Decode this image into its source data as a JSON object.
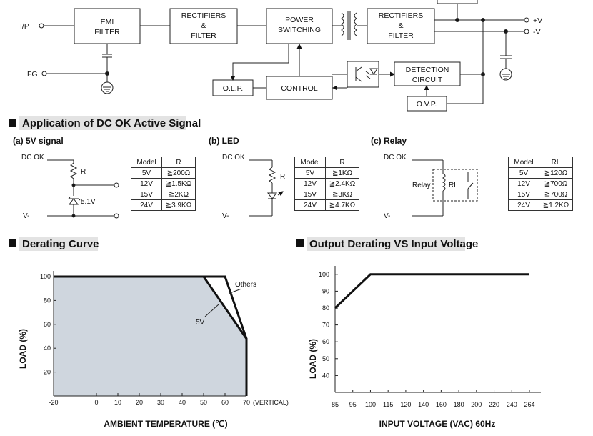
{
  "block_diagram": {
    "input_label": "I/P",
    "fg_label": "FG",
    "emi_filter": "EMI FILTER",
    "rect1_line1": "RECTIFIERS",
    "rect1_line2": "&",
    "rect1_line3": "FILTER",
    "power_line1": "POWER",
    "power_line2": "SWITCHING",
    "rect2_line1": "RECTIFIERS",
    "rect2_line2": "&",
    "rect2_line3": "FILTER",
    "out_pos": "+V",
    "out_neg": "-V",
    "olp": "O.L.P.",
    "control": "CONTROL",
    "detection_line1": "DETECTION",
    "detection_line2": "CIRCUIT",
    "ovp": "O.V.P."
  },
  "dcok": {
    "section_title": "Application of DC OK Active Signal",
    "signal": {
      "title": "(a) 5V signal",
      "dcok_label": "DC OK",
      "r_label": "R",
      "zener_label": "5.1V",
      "vneg_label": "V-",
      "table_headers": [
        "Model",
        "R"
      ],
      "rows": [
        [
          "5V",
          "≧200Ω"
        ],
        [
          "12V",
          "≧1.5KΩ"
        ],
        [
          "15V",
          "≧2KΩ"
        ],
        [
          "24V",
          "≧3.9KΩ"
        ]
      ]
    },
    "led": {
      "title": "(b) LED",
      "dcok_label": "DC OK",
      "r_label": "R",
      "vneg_label": "V-",
      "table_headers": [
        "Model",
        "R"
      ],
      "rows": [
        [
          "5V",
          "≧1KΩ"
        ],
        [
          "12V",
          "≧2.4KΩ"
        ],
        [
          "15V",
          "≧3KΩ"
        ],
        [
          "24V",
          "≧4.7KΩ"
        ]
      ]
    },
    "relay": {
      "title": "(c) Relay",
      "dcok_label": "DC OK",
      "relay_label": "Relay",
      "rl_label": "RL",
      "vneg_label": "V-",
      "table_headers": [
        "Model",
        "RL"
      ],
      "rows": [
        [
          "5V",
          "≧120Ω"
        ],
        [
          "12V",
          "≧700Ω"
        ],
        [
          "15V",
          "≧700Ω"
        ],
        [
          "24V",
          "≧1.2KΩ"
        ]
      ]
    }
  },
  "derating": {
    "section_title": "Derating Curve",
    "xlabel": "AMBIENT TEMPERATURE (℃)",
    "ylabel": "LOAD (%)",
    "x_ticks": [
      "-20",
      "0",
      "10",
      "20",
      "30",
      "40",
      "50",
      "60",
      "70"
    ],
    "x_suffix": "(VERTICAL)",
    "y_ticks": [
      "20",
      "40",
      "60",
      "80",
      "100"
    ],
    "others_label": "Others",
    "five_v_label": "5V",
    "others_curve": [
      [
        -20,
        100
      ],
      [
        60,
        100
      ],
      [
        70,
        48
      ],
      [
        70,
        0
      ]
    ],
    "five_v_curve": [
      [
        -20,
        100
      ],
      [
        50,
        100
      ],
      [
        70,
        48
      ],
      [
        70,
        0
      ]
    ],
    "fill_color": "#cfd6de"
  },
  "output_derating": {
    "section_title": "Output Derating VS Input Voltage",
    "xlabel": "INPUT VOLTAGE (VAC) 60Hz",
    "ylabel": "LOAD (%)",
    "x_ticks": [
      "85",
      "95",
      "100",
      "115",
      "120",
      "140",
      "160",
      "180",
      "200",
      "220",
      "240",
      "264"
    ],
    "y_ticks": [
      "40",
      "50",
      "60",
      "70",
      "80",
      "90",
      "100"
    ],
    "curve": [
      [
        "85",
        80
      ],
      [
        "100",
        100
      ],
      [
        "264",
        100
      ]
    ]
  }
}
